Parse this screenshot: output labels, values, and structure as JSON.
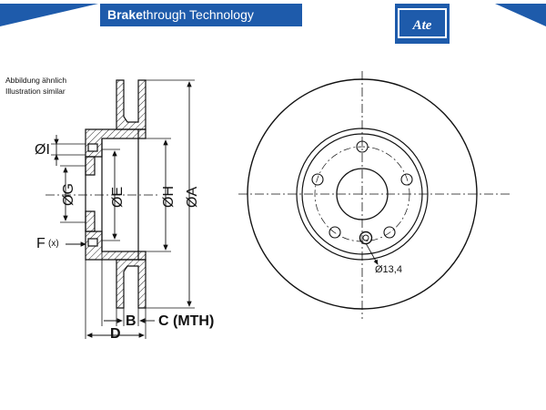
{
  "header": {
    "brand_bold": "Brake",
    "brand_rest": "through Technology",
    "logo_text": "Ate"
  },
  "note": {
    "line1": "Abbildung ähnlich",
    "line2": "Illustration similar"
  },
  "dimensions": {
    "I": "ØI",
    "G": "ØG",
    "E": "ØE",
    "H": "ØH",
    "A": "ØA",
    "F": "F",
    "F_suffix": "(x)",
    "B": "B",
    "C": "C (MTH)",
    "D": "D",
    "bolt_hole": "Ø13,4"
  },
  "colors": {
    "brand_blue": "#1e5bab",
    "line": "#111111"
  }
}
